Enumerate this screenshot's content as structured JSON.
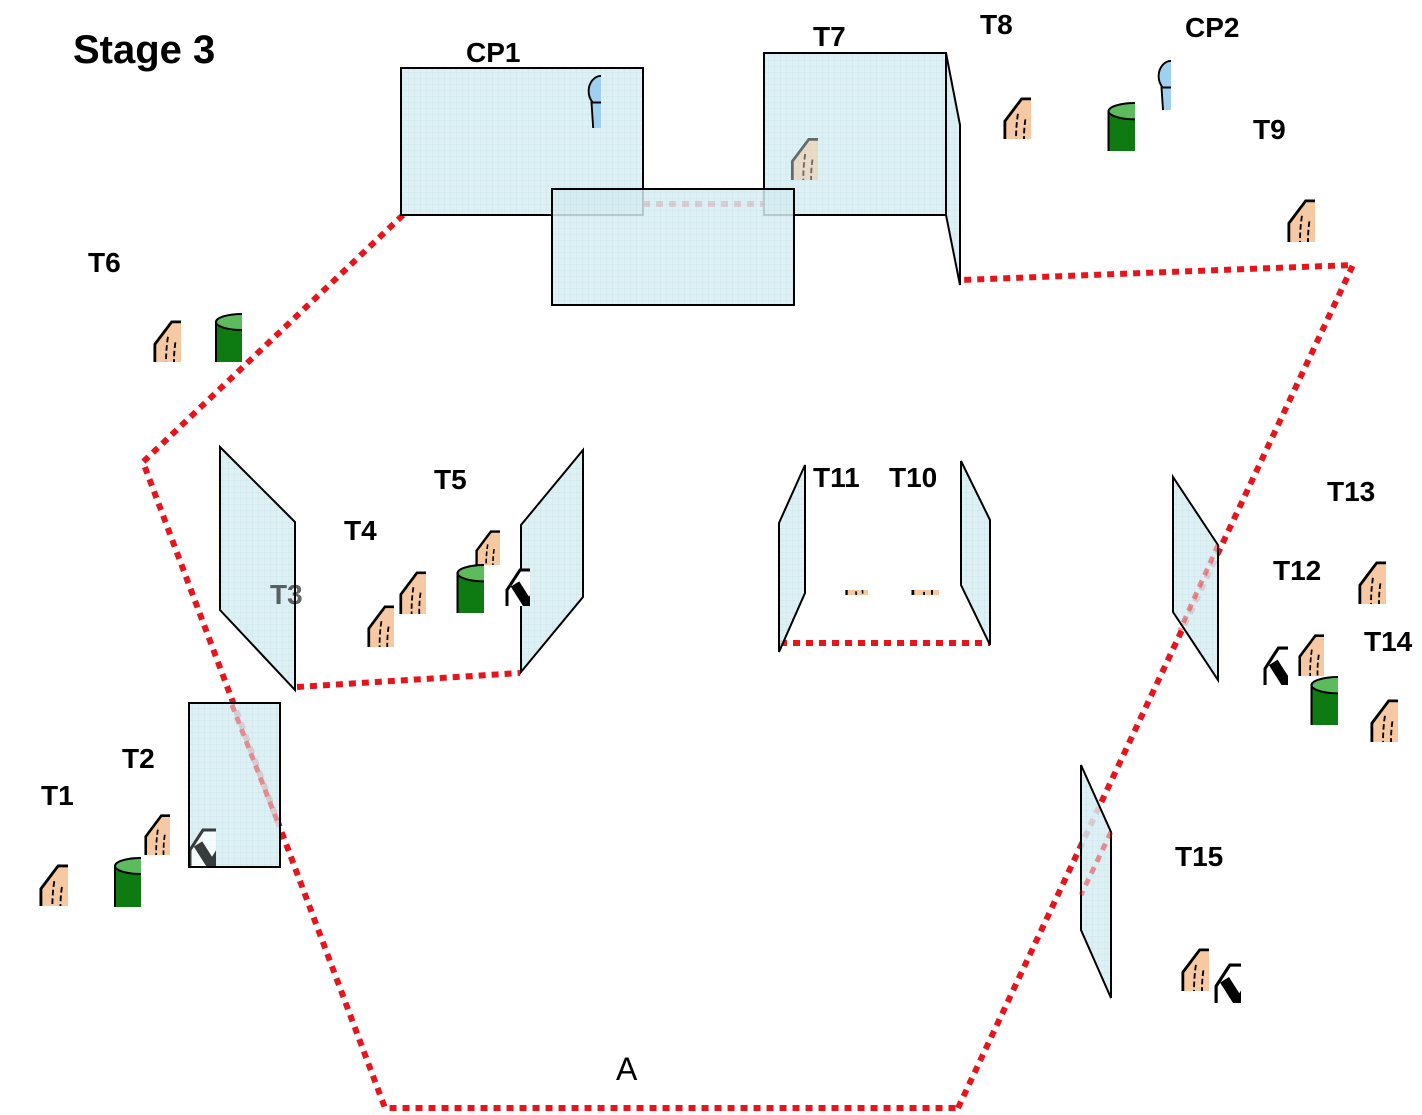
{
  "title": "Stage 3",
  "start_label": "A",
  "targets": {
    "t1": "T1",
    "t2": "T2",
    "t3": "T3",
    "t4": "T4",
    "t5": "T5",
    "t6": "T6",
    "t7": "T7",
    "t8": "T8",
    "t9": "T9",
    "t10": "T10",
    "t11": "T11",
    "t12": "T12",
    "t13": "T13",
    "t14": "T14",
    "t15": "T15"
  },
  "checkpoints": {
    "cp1": "CP1",
    "cp2": "CP2"
  },
  "colors": {
    "boundary": "#e8141b",
    "wall_fill": "#d5ecf0",
    "target_fill": "#f6c9a2",
    "barrel": "#0d7a12",
    "post": "#9fd0ef"
  },
  "icons": [
    "paper-target-icon",
    "no-shoot-target-icon",
    "barrel-icon",
    "steel-popper-icon"
  ]
}
